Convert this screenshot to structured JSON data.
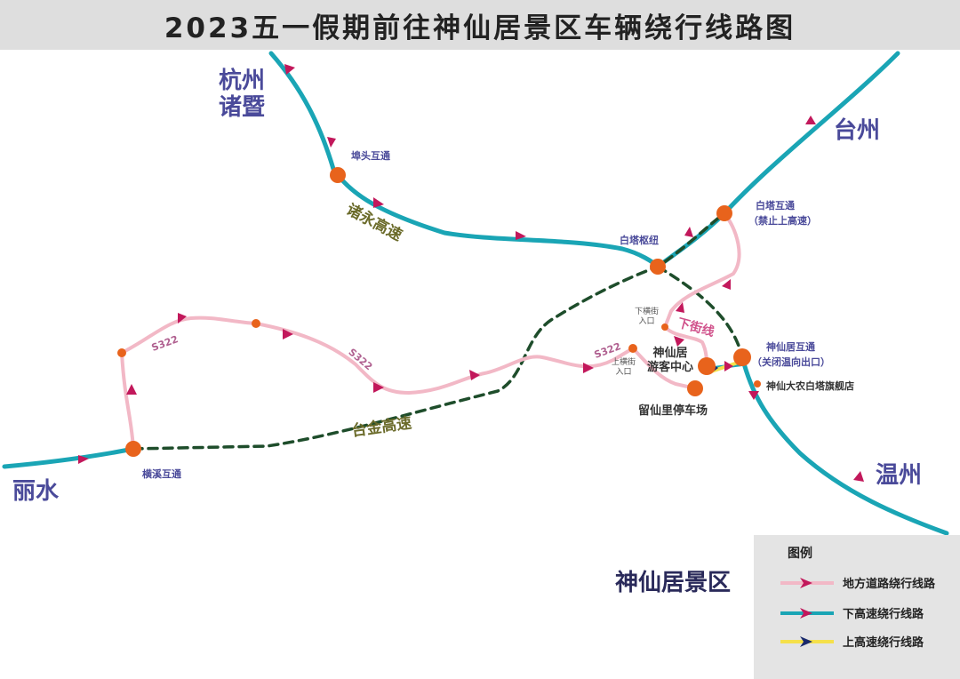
{
  "title": "2023五一假期前往神仙居景区车辆绕行线路图",
  "cities": {
    "hangzhou": "杭州",
    "zhuji": "诸暨",
    "taizhou": "台州",
    "lishui": "丽水",
    "wenzhou": "温州",
    "scenic": "神仙居景区"
  },
  "highways": {
    "zhuyong": "诸永高速",
    "taijin": "台金高速",
    "xiajie": "下街线",
    "s322": "S322"
  },
  "nodes": {
    "butou": "埠头互通",
    "baita_hub": "白塔枢纽",
    "baita_ic": "白塔互通",
    "baita_ic_note": "（禁止上高速）",
    "sxj_ic": "神仙居互通",
    "sxj_ic_note": "（关闭温向出口）",
    "visitor_center_1": "神仙居",
    "visitor_center_2": "游客中心",
    "liuxianli": "留仙里停车场",
    "dannong": "神仙大农白塔旗舰店",
    "hengxi": "横溪互通",
    "xiahengjie_1": "下横街",
    "xiahengjie_2": "入口",
    "shanghengjie_1": "上横街",
    "shanghengjie_2": "入口"
  },
  "legend": {
    "title": "图例",
    "items": [
      {
        "label": "地方道路绕行线路",
        "line": "#f2b8c6",
        "arrow": "#c2185b"
      },
      {
        "label": "下高速绕行线路",
        "line": "#1aa5b5",
        "arrow": "#c2185b"
      },
      {
        "label": "上高速绕行线路",
        "line": "#f5e04a",
        "arrow": "#1a2a6c"
      }
    ]
  },
  "colors": {
    "highway": "#1aa5b5",
    "local": "#f2b8c6",
    "dashed": "#1e4d2b",
    "node": "#e8631c",
    "arrow": "#c2185b"
  }
}
